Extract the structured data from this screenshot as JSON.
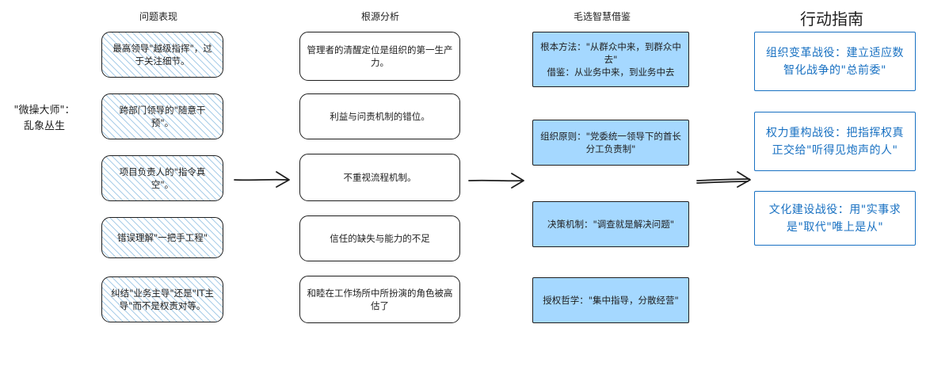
{
  "columns": {
    "problems_title": "问题表现",
    "causes_title": "根源分析",
    "mao_title": "毛选智慧借鉴",
    "action_title": "行动指南"
  },
  "side_label": {
    "line1": "\"微操大师\"：",
    "line2": "乱象丛生"
  },
  "problems": [
    "最高领导\"越级指挥\"，过于关注细节。",
    "跨部门领导的\"随意干预\"。",
    "项目负责人的\"指令真空\"。",
    "错误理解\"一把手工程\"",
    "纠结\"业务主导\"还是\"IT主导\"而不是权责对等。"
  ],
  "causes": [
    "管理者的清醒定位是组织的第一生产力。",
    "利益与问责机制的错位。",
    "不重视流程机制。",
    "信任的缺失与能力的不足",
    "和睦在工作场所中所扮演的角色被高估了"
  ],
  "mao": [
    "根本方法：\"从群众中来，到群众中去\"\n借鉴：从业务中来，到业务中去",
    "组织原则：\"党委统一领导下的首长分工负责制\"",
    "决策机制：\"调查就是解决问题\"",
    "授权哲学：\"集中指导，分散经营\""
  ],
  "actions": [
    "组织变革战役：建立适应数智化战争的\"总前委\"",
    "权力重构战役：把指挥权真正交给\"听得见炮声的人\"",
    "文化建设战役：用\"实事求是\"取代\"唯上是从\""
  ],
  "colors": {
    "mao_fill": "#a5d8ff",
    "action_text": "#1971c2",
    "hatch": "#a0c8e6"
  }
}
